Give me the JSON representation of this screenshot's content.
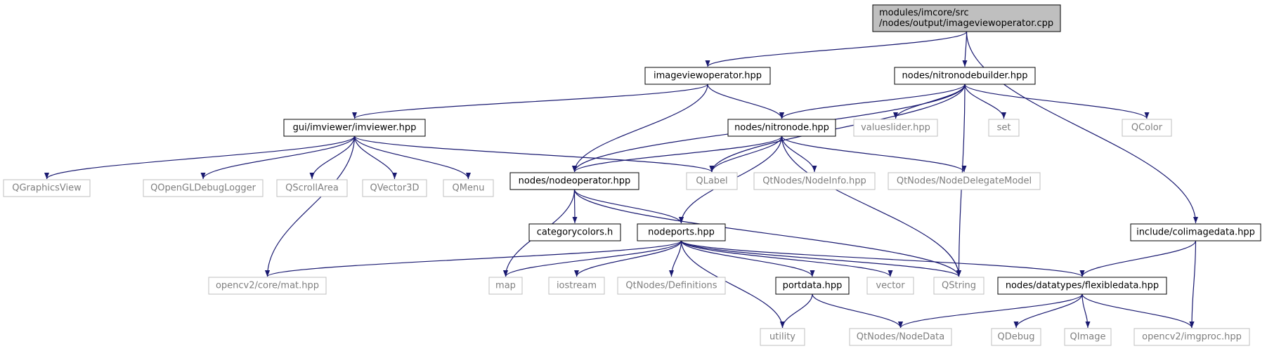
{
  "colors": {
    "edge": "#191970",
    "root_fill": "#bfbfbf",
    "node_border": "#000000",
    "missing_border": "#bfbfbf",
    "missing_text": "#7f7f7f",
    "text": "#000000"
  },
  "nodes": [
    {
      "id": "root",
      "lines": [
        "modules/imcore/src",
        "/nodes/output/imageviewoperator.cpp"
      ],
      "kind": "root"
    },
    {
      "id": "imageviewoperator_hpp",
      "lines": [
        "imageviewoperator.hpp"
      ],
      "kind": "file"
    },
    {
      "id": "nitronodebuilder_hpp",
      "lines": [
        "nodes/nitronodebuilder.hpp"
      ],
      "kind": "file"
    },
    {
      "id": "imviewer_hpp",
      "lines": [
        "gui/imviewer/imviewer.hpp"
      ],
      "kind": "file"
    },
    {
      "id": "nitronode_hpp",
      "lines": [
        "nodes/nitronode.hpp"
      ],
      "kind": "file"
    },
    {
      "id": "valueslider_hpp",
      "lines": [
        "valueslider.hpp"
      ],
      "kind": "missing"
    },
    {
      "id": "set",
      "lines": [
        "set"
      ],
      "kind": "missing"
    },
    {
      "id": "QColor",
      "lines": [
        "QColor"
      ],
      "kind": "missing"
    },
    {
      "id": "QGraphicsView",
      "lines": [
        "QGraphicsView"
      ],
      "kind": "missing"
    },
    {
      "id": "QOpenGLDebugLogger",
      "lines": [
        "QOpenGLDebugLogger"
      ],
      "kind": "missing"
    },
    {
      "id": "QScrollArea",
      "lines": [
        "QScrollArea"
      ],
      "kind": "missing"
    },
    {
      "id": "QVector3D",
      "lines": [
        "QVector3D"
      ],
      "kind": "missing"
    },
    {
      "id": "QMenu",
      "lines": [
        "QMenu"
      ],
      "kind": "missing"
    },
    {
      "id": "nodeoperator_hpp",
      "lines": [
        "nodes/nodeoperator.hpp"
      ],
      "kind": "file"
    },
    {
      "id": "QLabel",
      "lines": [
        "QLabel"
      ],
      "kind": "missing"
    },
    {
      "id": "NodeInfo_hpp",
      "lines": [
        "QtNodes/NodeInfo.hpp"
      ],
      "kind": "missing"
    },
    {
      "id": "NodeDelegateModel_hpp",
      "lines": [
        "QtNodes/NodeDelegateModel"
      ],
      "kind": "missing"
    },
    {
      "id": "categorycolors_h",
      "lines": [
        "categorycolors.h"
      ],
      "kind": "file"
    },
    {
      "id": "nodeports_hpp",
      "lines": [
        "nodeports.hpp"
      ],
      "kind": "file"
    },
    {
      "id": "colimagedata_hpp",
      "lines": [
        "include/colimagedata.hpp"
      ],
      "kind": "file"
    },
    {
      "id": "mat_hpp",
      "lines": [
        "opencv2/core/mat.hpp"
      ],
      "kind": "missing"
    },
    {
      "id": "map",
      "lines": [
        "map"
      ],
      "kind": "missing"
    },
    {
      "id": "iostream",
      "lines": [
        "iostream"
      ],
      "kind": "missing"
    },
    {
      "id": "Definitions",
      "lines": [
        "QtNodes/Definitions"
      ],
      "kind": "missing"
    },
    {
      "id": "portdata_hpp",
      "lines": [
        "portdata.hpp"
      ],
      "kind": "file"
    },
    {
      "id": "vector",
      "lines": [
        "vector"
      ],
      "kind": "missing"
    },
    {
      "id": "QString",
      "lines": [
        "QString"
      ],
      "kind": "missing"
    },
    {
      "id": "flexibledata_hpp",
      "lines": [
        "nodes/datatypes/flexibledata.hpp"
      ],
      "kind": "file"
    },
    {
      "id": "utility",
      "lines": [
        "utility"
      ],
      "kind": "missing"
    },
    {
      "id": "NodeData",
      "lines": [
        "QtNodes/NodeData"
      ],
      "kind": "missing"
    },
    {
      "id": "QDebug",
      "lines": [
        "QDebug"
      ],
      "kind": "missing"
    },
    {
      "id": "QImage",
      "lines": [
        "QImage"
      ],
      "kind": "missing"
    },
    {
      "id": "imgproc_hpp",
      "lines": [
        "opencv2/imgproc.hpp"
      ],
      "kind": "missing"
    }
  ],
  "edges": [
    [
      "root",
      "imageviewoperator_hpp"
    ],
    [
      "root",
      "nitronodebuilder_hpp"
    ],
    [
      "root",
      "colimagedata_hpp"
    ],
    [
      "imageviewoperator_hpp",
      "imviewer_hpp"
    ],
    [
      "imageviewoperator_hpp",
      "nodeoperator_hpp"
    ],
    [
      "imageviewoperator_hpp",
      "nitronode_hpp"
    ],
    [
      "nitronodebuilder_hpp",
      "nitronode_hpp"
    ],
    [
      "nitronodebuilder_hpp",
      "nodeoperator_hpp"
    ],
    [
      "nitronodebuilder_hpp",
      "valueslider_hpp"
    ],
    [
      "nitronodebuilder_hpp",
      "set"
    ],
    [
      "nitronodebuilder_hpp",
      "QColor"
    ],
    [
      "nitronodebuilder_hpp",
      "QLabel"
    ],
    [
      "nitronodebuilder_hpp",
      "QString"
    ],
    [
      "imviewer_hpp",
      "QGraphicsView"
    ],
    [
      "imviewer_hpp",
      "QOpenGLDebugLogger"
    ],
    [
      "imviewer_hpp",
      "QScrollArea"
    ],
    [
      "imviewer_hpp",
      "QVector3D"
    ],
    [
      "imviewer_hpp",
      "QMenu"
    ],
    [
      "imviewer_hpp",
      "QLabel"
    ],
    [
      "imviewer_hpp",
      "mat_hpp"
    ],
    [
      "nitronode_hpp",
      "nodeoperator_hpp"
    ],
    [
      "nitronode_hpp",
      "QLabel"
    ],
    [
      "nitronode_hpp",
      "NodeInfo_hpp"
    ],
    [
      "nitronode_hpp",
      "NodeDelegateModel_hpp"
    ],
    [
      "nitronode_hpp",
      "nodeports_hpp"
    ],
    [
      "nitronode_hpp",
      "QString"
    ],
    [
      "nodeoperator_hpp",
      "categorycolors_h"
    ],
    [
      "nodeoperator_hpp",
      "nodeports_hpp"
    ],
    [
      "nodeoperator_hpp",
      "map"
    ],
    [
      "nodeoperator_hpp",
      "QString"
    ],
    [
      "nodeports_hpp",
      "mat_hpp"
    ],
    [
      "nodeports_hpp",
      "map"
    ],
    [
      "nodeports_hpp",
      "iostream"
    ],
    [
      "nodeports_hpp",
      "Definitions"
    ],
    [
      "nodeports_hpp",
      "portdata_hpp"
    ],
    [
      "nodeports_hpp",
      "vector"
    ],
    [
      "nodeports_hpp",
      "QString"
    ],
    [
      "nodeports_hpp",
      "flexibledata_hpp"
    ],
    [
      "nodeports_hpp",
      "utility"
    ],
    [
      "colimagedata_hpp",
      "flexibledata_hpp"
    ],
    [
      "colimagedata_hpp",
      "imgproc_hpp"
    ],
    [
      "portdata_hpp",
      "utility"
    ],
    [
      "portdata_hpp",
      "NodeData"
    ],
    [
      "flexibledata_hpp",
      "NodeData"
    ],
    [
      "flexibledata_hpp",
      "QDebug"
    ],
    [
      "flexibledata_hpp",
      "QImage"
    ],
    [
      "flexibledata_hpp",
      "imgproc_hpp"
    ]
  ]
}
